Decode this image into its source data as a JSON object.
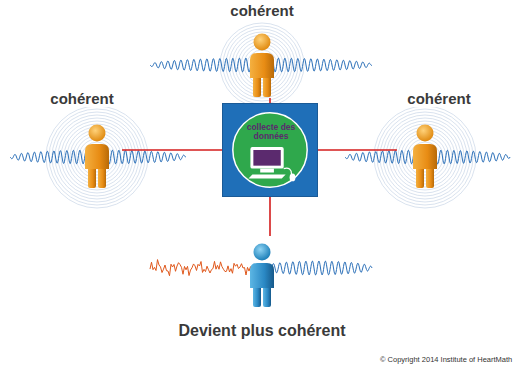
{
  "diagram": {
    "nodes": [
      {
        "text": [
          "cohérent"
        ]
      },
      {
        "text": [
          "cohérent"
        ]
      },
      {
        "text": [
          "collecte des données"
        ]
      },
      {
        "text": [
          "cohérent"
        ]
      },
      {
        "text": [
          "Devient plus cohérent"
        ]
      }
    ],
    "edges": [
      {
        "from": 2,
        "to": 0,
        "arrow": "none"
      },
      {
        "from": 2,
        "to": 1,
        "arrow": "none"
      },
      {
        "from": 2,
        "to": 3,
        "arrow": "none"
      },
      {
        "from": 2,
        "to": 4,
        "arrow": "none"
      }
    ],
    "labels": [
      "© Copyright 2014 Institute of HeartMath"
    ]
  }
}
